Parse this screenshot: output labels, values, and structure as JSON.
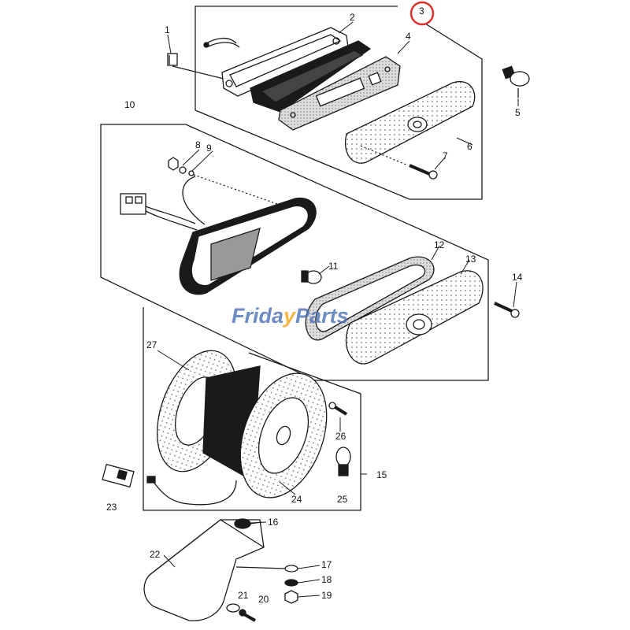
{
  "colors": {
    "ink": "#1a1a1a",
    "paper": "#ffffff",
    "highlight_circle": "#e0312f",
    "watermark": "#4a6fb5",
    "watermark_accent": "#f2a31b"
  },
  "watermark": {
    "text_left": "Frida",
    "text_mid": "y",
    "text_right": "Parts"
  },
  "callouts": {
    "c1": "1",
    "c2": "2",
    "c3": "3",
    "c4": "4",
    "c5": "5",
    "c6": "6",
    "c7": "7",
    "c8": "8",
    "c9": "9",
    "c10": "10",
    "c11": "11",
    "c12": "12",
    "c13": "13",
    "c14": "14",
    "c15": "15",
    "c16": "16",
    "c17": "17",
    "c18": "18",
    "c19": "19",
    "c20": "20",
    "c21": "21",
    "c22": "22",
    "c23": "23",
    "c24": "24",
    "c25": "25",
    "c26": "26",
    "c27": "27"
  },
  "highlighted_callout": "3"
}
